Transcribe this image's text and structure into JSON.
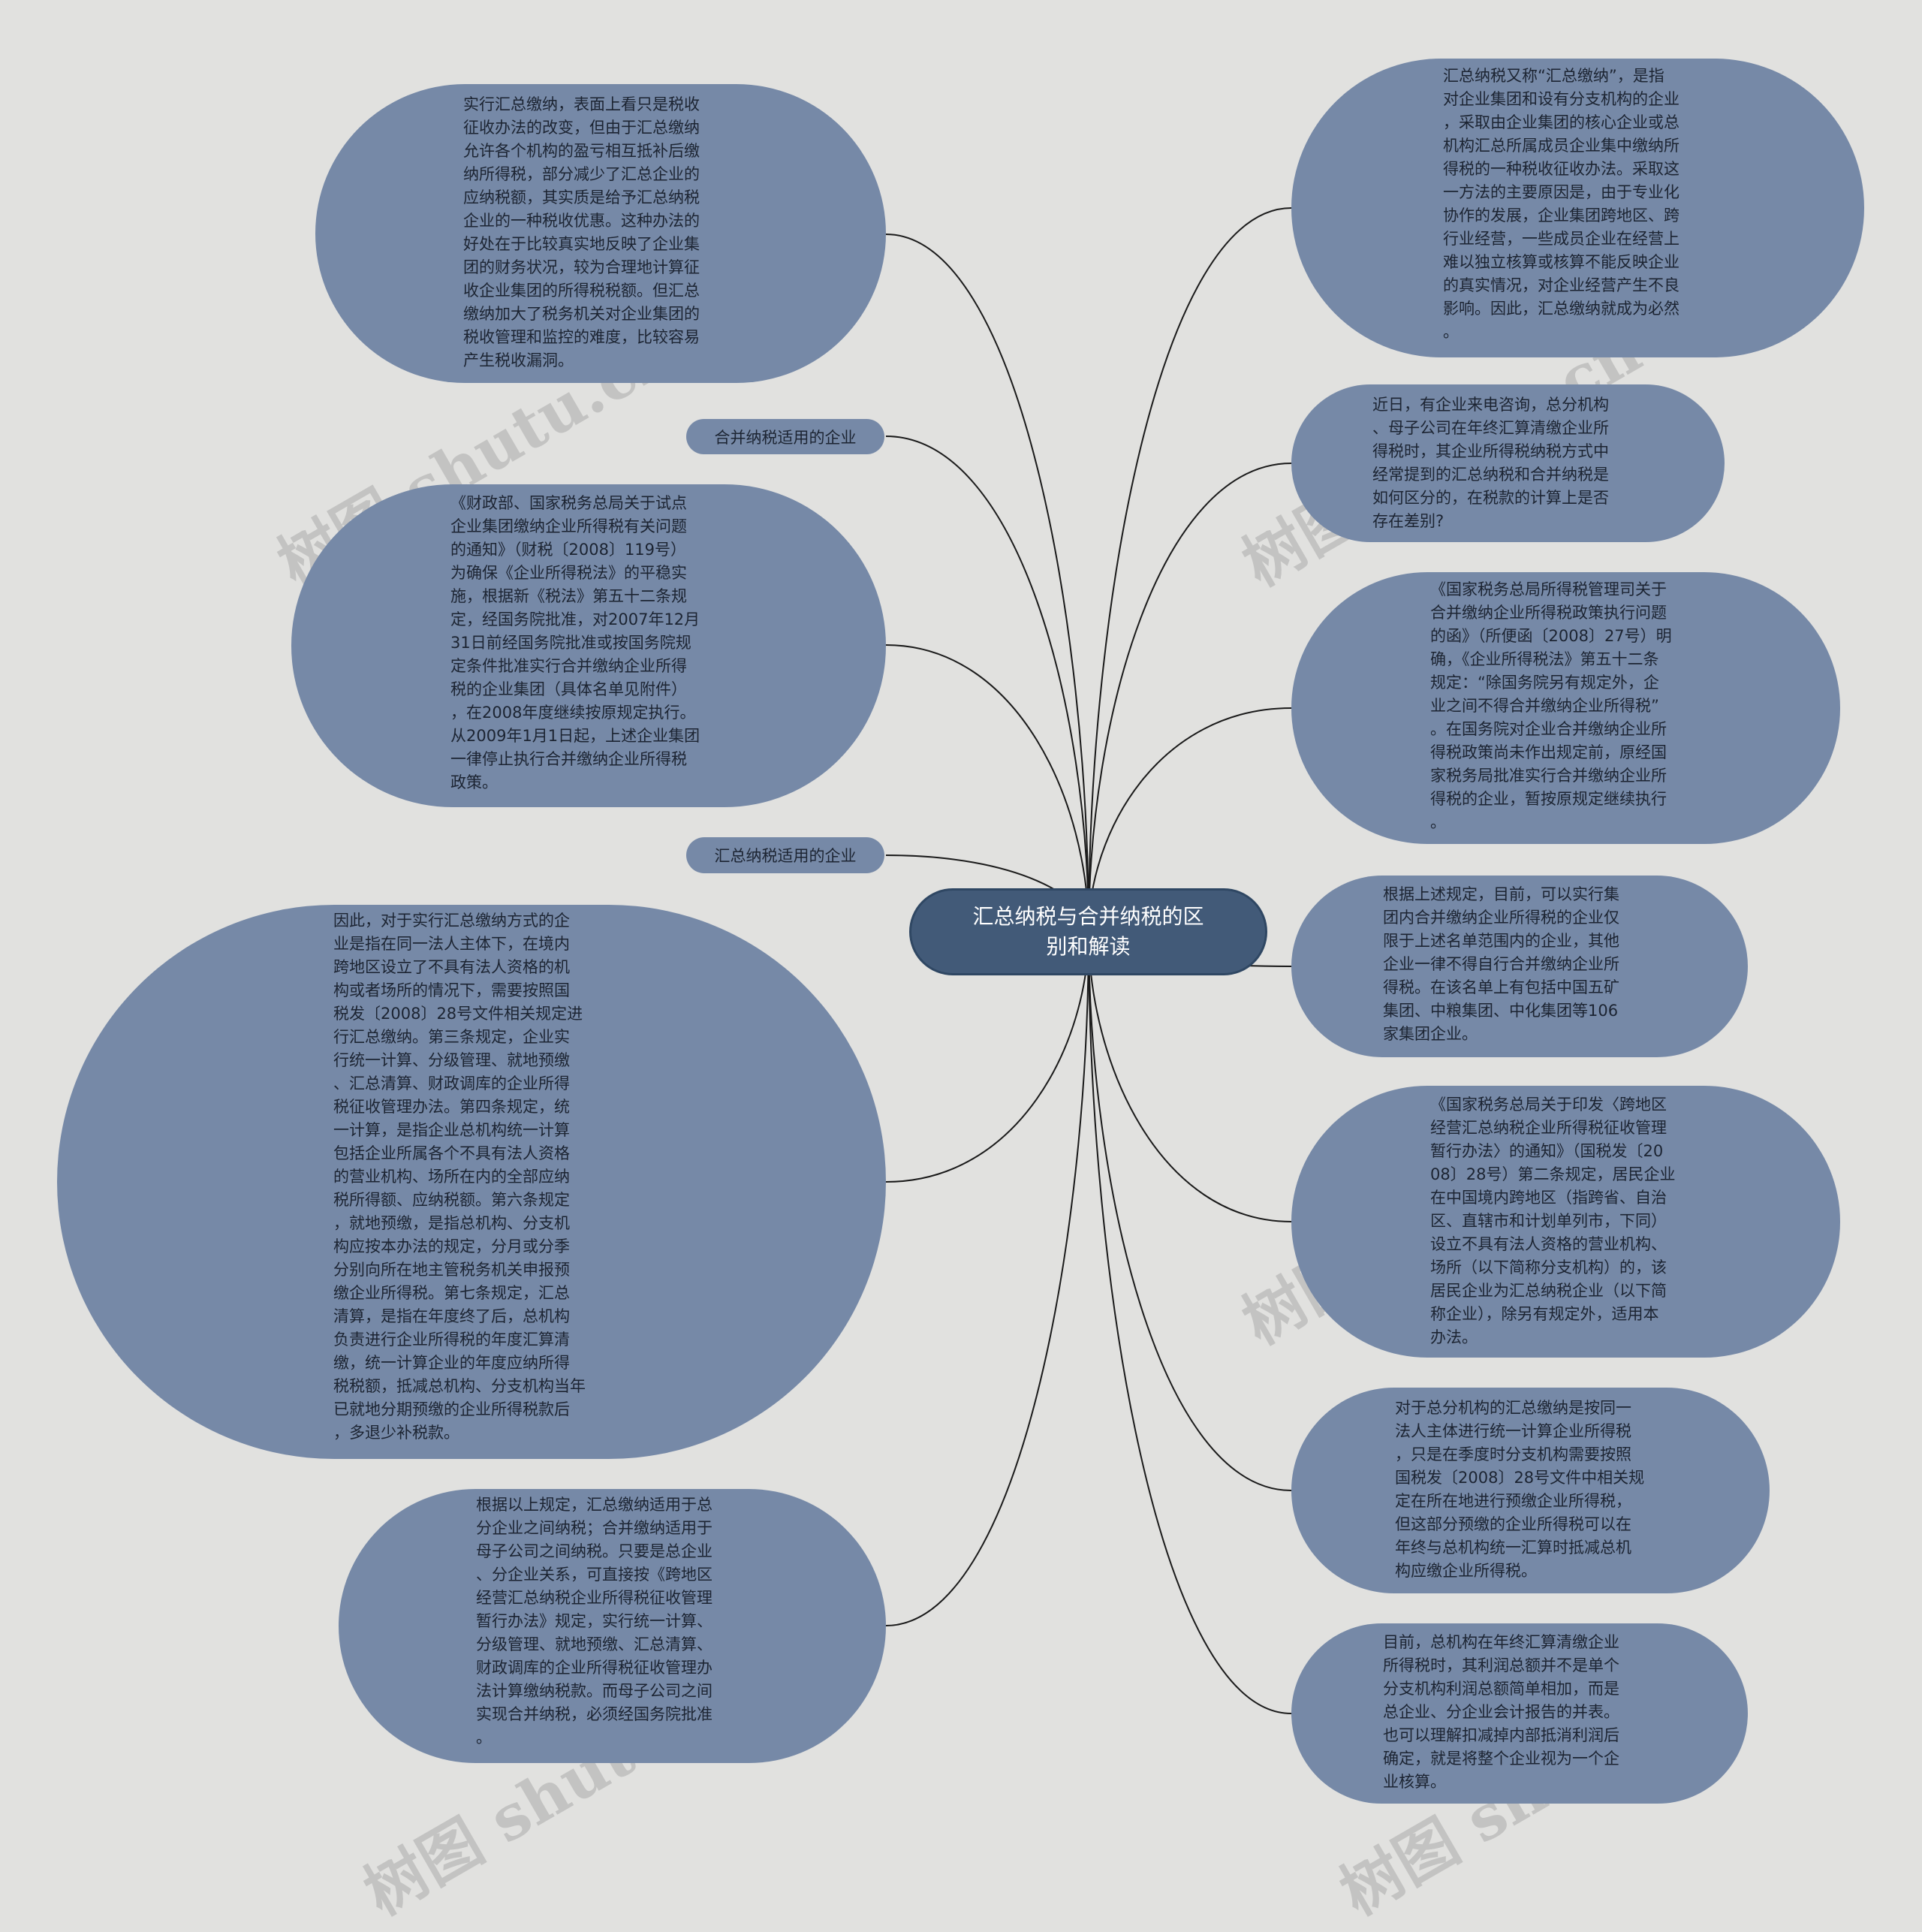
{
  "colors": {
    "background": "#e1e1df",
    "node_fill": "#7689a7",
    "root_fill": "#425a78",
    "link": "#1a1a1a",
    "text": "#1c2432"
  },
  "root": {
    "label": "汇总纳税与合并纳税的区\n别和解读"
  },
  "left": {
    "n1": "实行汇总缴纳，表面上看只是税收\n征收办法的改变，但由于汇总缴纳\n允许各个机构的盈亏相互抵补后缴\n纳所得税，部分减少了汇总企业的\n应纳税额，其实质是给予汇总纳税\n企业的一种税收优惠。这种办法的\n好处在于比较真实地反映了企业集\n团的财务状况，较为合理地计算征\n收企业集团的所得税税额。但汇总\n缴纳加大了税务机关对企业集团的\n税收管理和监控的难度，比较容易\n产生税收漏洞。",
    "label_merge": "合并纳税适用的企业",
    "n2": "《财政部、国家税务总局关于试点\n企业集团缴纳企业所得税有关问题\n的通知》（财税〔2008〕119号）\n为确保《企业所得税法》的平稳实\n施，根据新《税法》第五十二条规\n定，经国务院批准，对2007年12月\n31日前经国务院批准或按国务院规\n定条件批准实行合并缴纳企业所得\n税的企业集团（具体名单见附件）\n，在2008年度继续按原规定执行。\n从2009年1月1日起，上述企业集团\n一律停止执行合并缴纳企业所得税\n政策。",
    "label_summary": "汇总纳税适用的企业",
    "n3": "因此，对于实行汇总缴纳方式的企\n业是指在同一法人主体下，在境内\n跨地区设立了不具有法人资格的机\n构或者场所的情况下，需要按照国\n税发〔2008〕28号文件相关规定进\n行汇总缴纳。第三条规定，企业实\n行统一计算、分级管理、就地预缴\n、汇总清算、财政调库的企业所得\n税征收管理办法。第四条规定，统\n一计算，是指企业总机构统一计算\n包括企业所属各个不具有法人资格\n的营业机构、场所在内的全部应纳\n税所得额、应纳税额。第六条规定\n，就地预缴，是指总机构、分支机\n构应按本办法的规定，分月或分季\n分别向所在地主管税务机关申报预\n缴企业所得税。第七条规定，汇总\n清算，是指在年度终了后，总机构\n负责进行企业所得税的年度汇算清\n缴，统一计算企业的年度应纳所得\n税税额，抵减总机构、分支机构当年\n已就地分期预缴的企业所得税款后\n，多退少补税款。",
    "n4": "根据以上规定，汇总缴纳适用于总\n分企业之间纳税；合并缴纳适用于\n母子公司之间纳税。只要是总企业\n、分企业关系，可直接按《跨地区\n经营汇总纳税企业所得税征收管理\n暂行办法》规定，实行统一计算、\n分级管理、就地预缴、汇总清算、\n财政调库的企业所得税征收管理办\n法计算缴纳税款。而母子公司之间\n实现合并纳税，必须经国务院批准\n。"
  },
  "right": {
    "r1": "汇总纳税又称“汇总缴纳”，是指\n对企业集团和设有分支机构的企业\n，采取由企业集团的核心企业或总\n机构汇总所属成员企业集中缴纳所\n得税的一种税收征收办法。采取这\n一方法的主要原因是，由于专业化\n协作的发展，企业集团跨地区、跨\n行业经营，一些成员企业在经营上\n难以独立核算或核算不能反映企业\n的真实情况，对企业经营产生不良\n影响。因此，汇总缴纳就成为必然\n。",
    "r2": "近日，有企业来电咨询，总分机构\n、母子公司在年终汇算清缴企业所\n得税时，其企业所得税纳税方式中\n经常提到的汇总纳税和合并纳税是\n如何区分的，在税款的计算上是否\n存在差别?",
    "r3": "《国家税务总局所得税管理司关于\n合并缴纳企业所得税政策执行问题\n的函》（所便函〔2008〕27号）明\n确，《企业所得税法》第五十二条\n规定：“除国务院另有规定外，企\n业之间不得合并缴纳企业所得税”\n。在国务院对企业合并缴纳企业所\n得税政策尚未作出规定前，原经国\n家税务局批准实行合并缴纳企业所\n得税的企业，暂按原规定继续执行\n。",
    "r4": "根据上述规定，目前，可以实行集\n团内合并缴纳企业所得税的企业仅\n限于上述名单范围内的企业，其他\n企业一律不得自行合并缴纳企业所\n得税。在该名单上有包括中国五矿\n集团、中粮集团、中化集团等106\n家集团企业。",
    "r5": "《国家税务总局关于印发〈跨地区\n经营汇总纳税企业所得税征收管理\n暂行办法〉的通知》（国税发〔20\n08〕28号）第二条规定，居民企业\n在中国境内跨地区（指跨省、自治\n区、直辖市和计划单列市，下同）\n设立不具有法人资格的营业机构、\n场所（以下简称分支机构）的，该\n居民企业为汇总纳税企业（以下简\n称企业），除另有规定外，适用本\n办法。",
    "r6": "对于总分机构的汇总缴纳是按同一\n法人主体进行统一计算企业所得税\n，只是在季度时分支机构需要按照\n国税发〔2008〕28号文件中相关规\n定在所在地进行预缴企业所得税，\n但这部分预缴的企业所得税可以在\n年终与总机构统一汇算时抵减总机\n构应缴企业所得税。",
    "r7": "目前，总机构在年终汇算清缴企业\n所得税时，其利润总额并不是单个\n分支机构利润总额简单相加，而是\n总企业、分企业会计报告的并表。\n也可以理解扣减掉内部抵消利润后\n确定，就是将整个企业视为一个企\n业核算。"
  },
  "watermark": "树图 shutu.cn"
}
